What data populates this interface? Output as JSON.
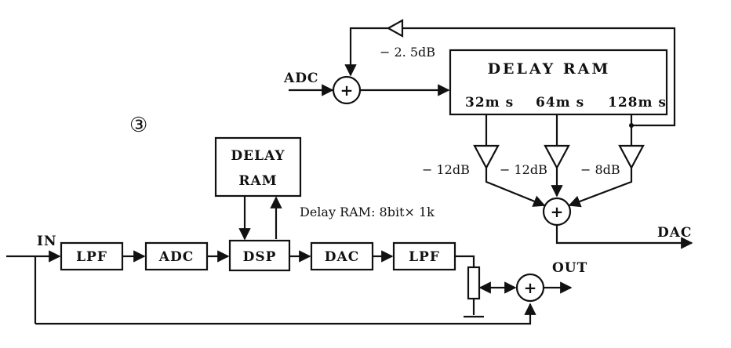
{
  "top_section": {
    "input_label": "ADC",
    "feedback_gain": "− 2. 5dB",
    "ram_label": "DELAY RAM",
    "taps": [
      "32m s",
      "64m s",
      "128m s"
    ],
    "tap_gains": [
      "− 12dB",
      "− 12dB",
      "− 8dB"
    ],
    "output_label": "DAC",
    "plus": "+"
  },
  "figure_marker": "③",
  "bottom_section": {
    "input_label": "IN",
    "blocks": [
      "LPF",
      "ADC",
      "DSP",
      "DAC",
      "LPF"
    ],
    "ram_line1": "DELAY",
    "ram_line2": "RAM",
    "ram_note": "Delay RAM: 8bit× 1k",
    "output_label": "OUT",
    "plus": "+"
  }
}
